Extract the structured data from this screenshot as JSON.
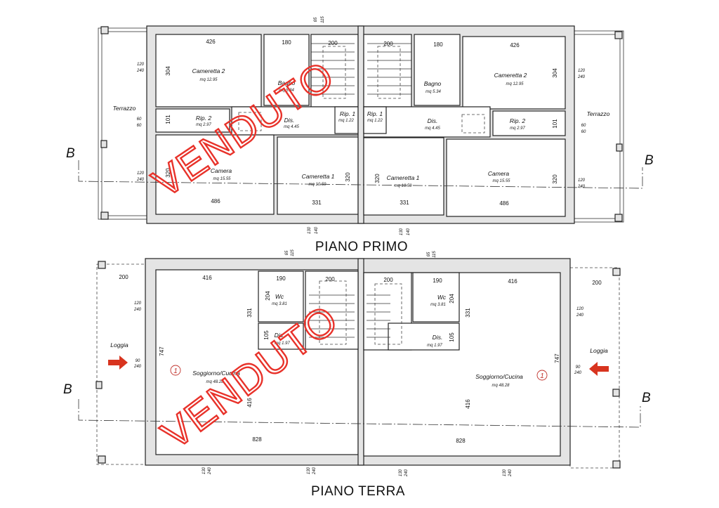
{
  "piano_primo": {
    "title": "PIANO PRIMO",
    "stamp": "VENDUTO",
    "section_mark": "B",
    "terrace": "Terrazzo",
    "rooms_left": [
      {
        "name": "Cameretta 2",
        "area": "mq 12.95"
      },
      {
        "name": "Bagno",
        "area": "mq 5.34"
      },
      {
        "name": "Rip. 2",
        "area": "mq 2.97"
      },
      {
        "name": "Dis.",
        "area": "mq 4.45"
      },
      {
        "name": "Rip. 1",
        "area": "mq 1.22"
      },
      {
        "name": "Camera",
        "area": "mq 15.55"
      },
      {
        "name": "Cameretta 1",
        "area": "mq 10.59"
      }
    ],
    "rooms_right": [
      {
        "name": "Cameretta 2",
        "area": "mq 12.95"
      },
      {
        "name": "Bagno",
        "area": "mq 5.34"
      },
      {
        "name": "Rip. 2",
        "area": "mq 2.97"
      },
      {
        "name": "Dis.",
        "area": "mq 4.45"
      },
      {
        "name": "Rip. 1",
        "area": "mq 1.22"
      },
      {
        "name": "Camera",
        "area": "mq 15.55"
      },
      {
        "name": "Cameretta 1",
        "area": "mq 10.59"
      }
    ],
    "dims": [
      "426",
      "180",
      "200",
      "304",
      "304",
      "101",
      "320",
      "486",
      "331",
      "320",
      "120",
      "240",
      "60",
      "60",
      "130",
      "140",
      "65",
      "115"
    ]
  },
  "piano_terra": {
    "title": "PIANO TERRA",
    "stamp": "VENDUTO",
    "section_mark": "B",
    "loggia": "Loggia",
    "unit_number": "1",
    "rooms_left": [
      {
        "name": "Soggiorno/Cucina",
        "area": "mq 48.28"
      },
      {
        "name": "Wc",
        "area": "mq 3.81"
      },
      {
        "name": "Dis.",
        "area": "mq 1.97"
      }
    ],
    "rooms_right": [
      {
        "name": "Soggiorno/Cucina",
        "area": "mq 48.28"
      },
      {
        "name": "Wc",
        "area": "mq 3.81"
      },
      {
        "name": "Dis.",
        "area": "mq 1.97"
      }
    ],
    "dims": [
      "200",
      "416",
      "190",
      "200",
      "331",
      "204",
      "105",
      "747",
      "416",
      "828",
      "120",
      "240",
      "90",
      "240",
      "130",
      "240",
      "65",
      "115"
    ]
  },
  "colors": {
    "stamp": "#e8322a",
    "arrow": "#d8341f",
    "wall_fill": "#e4e4e4"
  }
}
